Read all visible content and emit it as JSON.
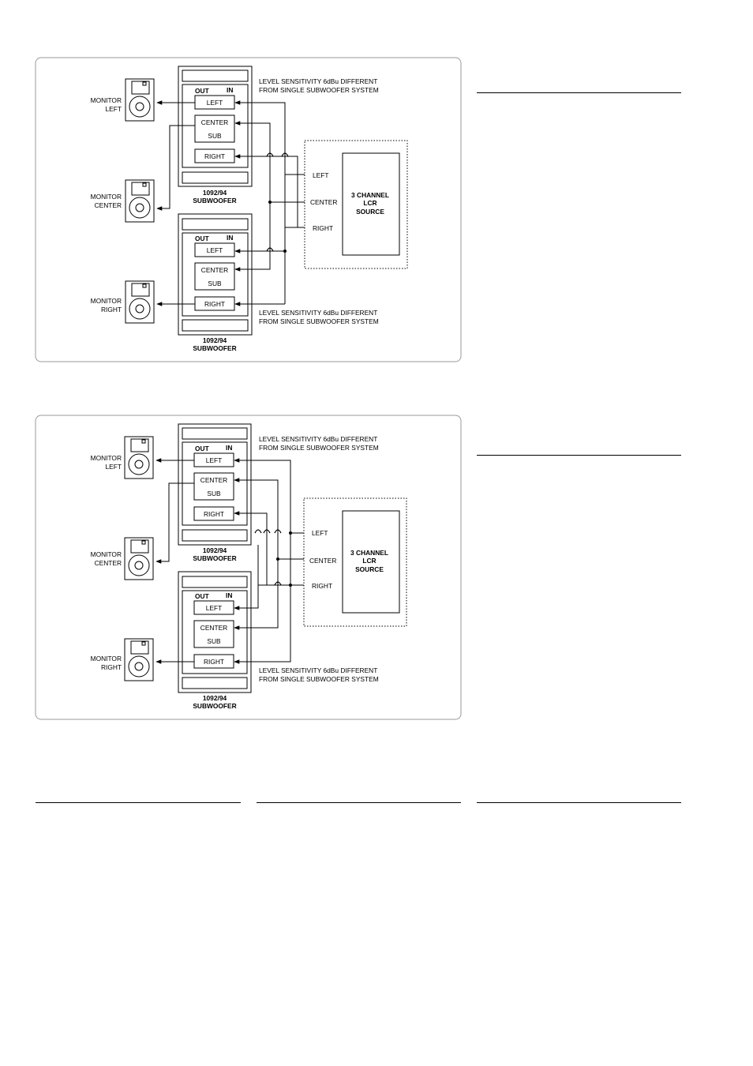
{
  "diagrams": [
    {
      "note_top": [
        "LEVEL SENSITIVITY 6dBu DIFFERENT",
        "FROM SINGLE SUBWOOFER SYSTEM"
      ],
      "note_bottom": [
        "LEVEL SENSITIVITY 6dBu DIFFERENT",
        "FROM SINGLE SUBWOOFER SYSTEM"
      ],
      "monitors": [
        {
          "lines": [
            "MONITOR",
            "LEFT"
          ]
        },
        {
          "lines": [
            "MONITOR",
            "CENTER"
          ]
        },
        {
          "lines": [
            "MONITOR",
            "RIGHT"
          ]
        }
      ],
      "subwoofer_units": [
        {
          "out": "OUT",
          "in": "IN",
          "channels": [
            "LEFT",
            "CENTER",
            "SUB",
            "RIGHT"
          ],
          "caption": [
            "1092/94",
            "SUBWOOFER"
          ]
        },
        {
          "out": "OUT",
          "in": "IN",
          "channels": [
            "LEFT",
            "CENTER",
            "SUB",
            "RIGHT"
          ],
          "caption": [
            "1092/94",
            "SUBWOOFER"
          ]
        }
      ],
      "source": {
        "name": [
          "3 CHANNEL",
          "LCR",
          "SOURCE"
        ],
        "outputs": [
          "LEFT",
          "CENTER",
          "RIGHT"
        ]
      }
    },
    {
      "note_top": [
        "LEVEL SENSITIVITY 6dBu DIFFERENT",
        "FROM SINGLE SUBWOOFER SYSTEM"
      ],
      "note_bottom": [
        "LEVEL SENSITIVITY 6dBu DIFFERENT",
        "FROM SINGLE SUBWOOFER SYSTEM"
      ],
      "monitors": [
        {
          "lines": [
            "MONITOR",
            "LEFT"
          ]
        },
        {
          "lines": [
            "MONITOR",
            "CENTER"
          ]
        },
        {
          "lines": [
            "MONITOR",
            "RIGHT"
          ]
        }
      ],
      "subwoofer_units": [
        {
          "out": "OUT",
          "in": "IN",
          "channels": [
            "LEFT",
            "CENTER",
            "SUB",
            "RIGHT"
          ],
          "caption": [
            "1092/94",
            "SUBWOOFER"
          ]
        },
        {
          "out": "OUT",
          "in": "IN",
          "channels": [
            "LEFT",
            "CENTER",
            "SUB",
            "RIGHT"
          ],
          "caption": [
            "1092/94",
            "SUBWOOFER"
          ]
        }
      ],
      "source": {
        "name": [
          "3 CHANNEL",
          "LCR",
          "SOURCE"
        ],
        "outputs": [
          "LEFT",
          "CENTER",
          "RIGHT"
        ]
      }
    }
  ]
}
